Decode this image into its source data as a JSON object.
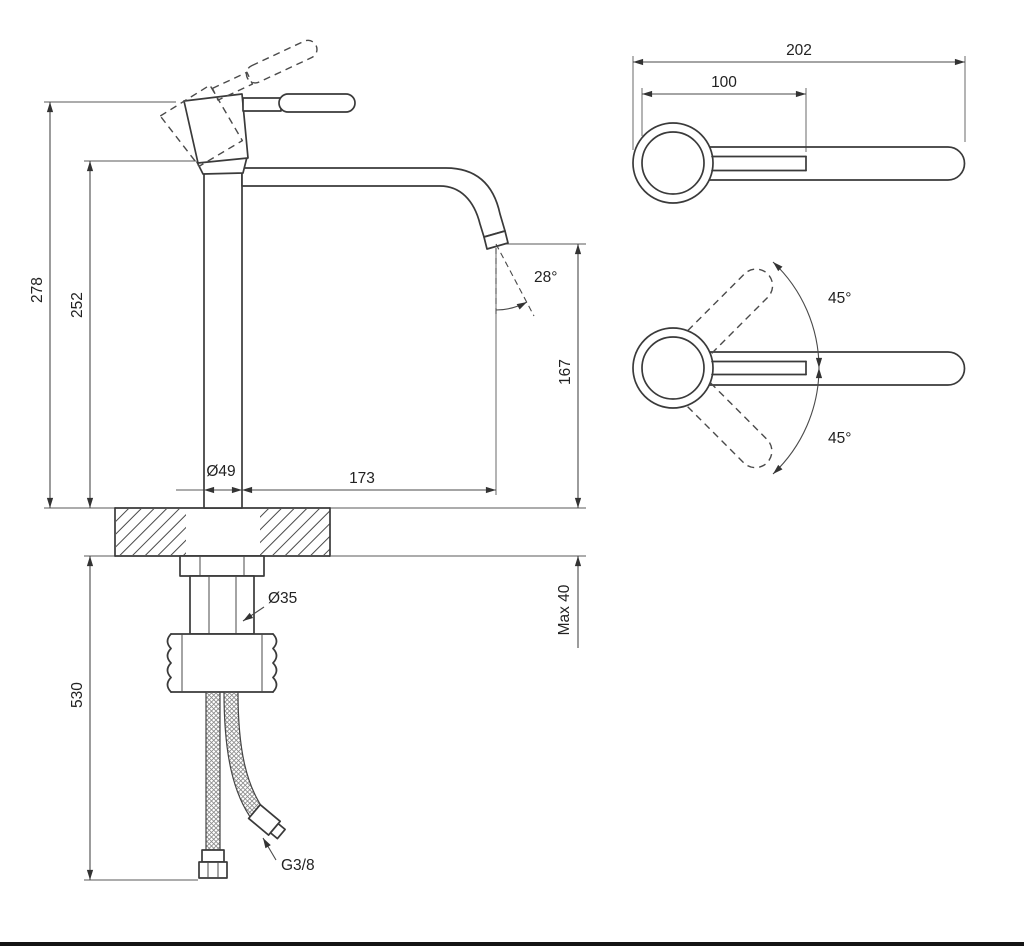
{
  "drawing": {
    "front": {
      "total_height": "278",
      "body_height": "252",
      "below_counter_depth": "530",
      "body_diameter": "Ø49",
      "spout_reach": "173",
      "spout_outlet_height": "167",
      "spout_angle": "28°",
      "max_counter_thickness": "Max 40",
      "shank_diameter": "Ø35",
      "hose_connection": "G3/8"
    },
    "top": {
      "overall_length": "202",
      "lever_length": "100",
      "swing_angle_up": "45°",
      "swing_angle_down": "45°"
    }
  }
}
